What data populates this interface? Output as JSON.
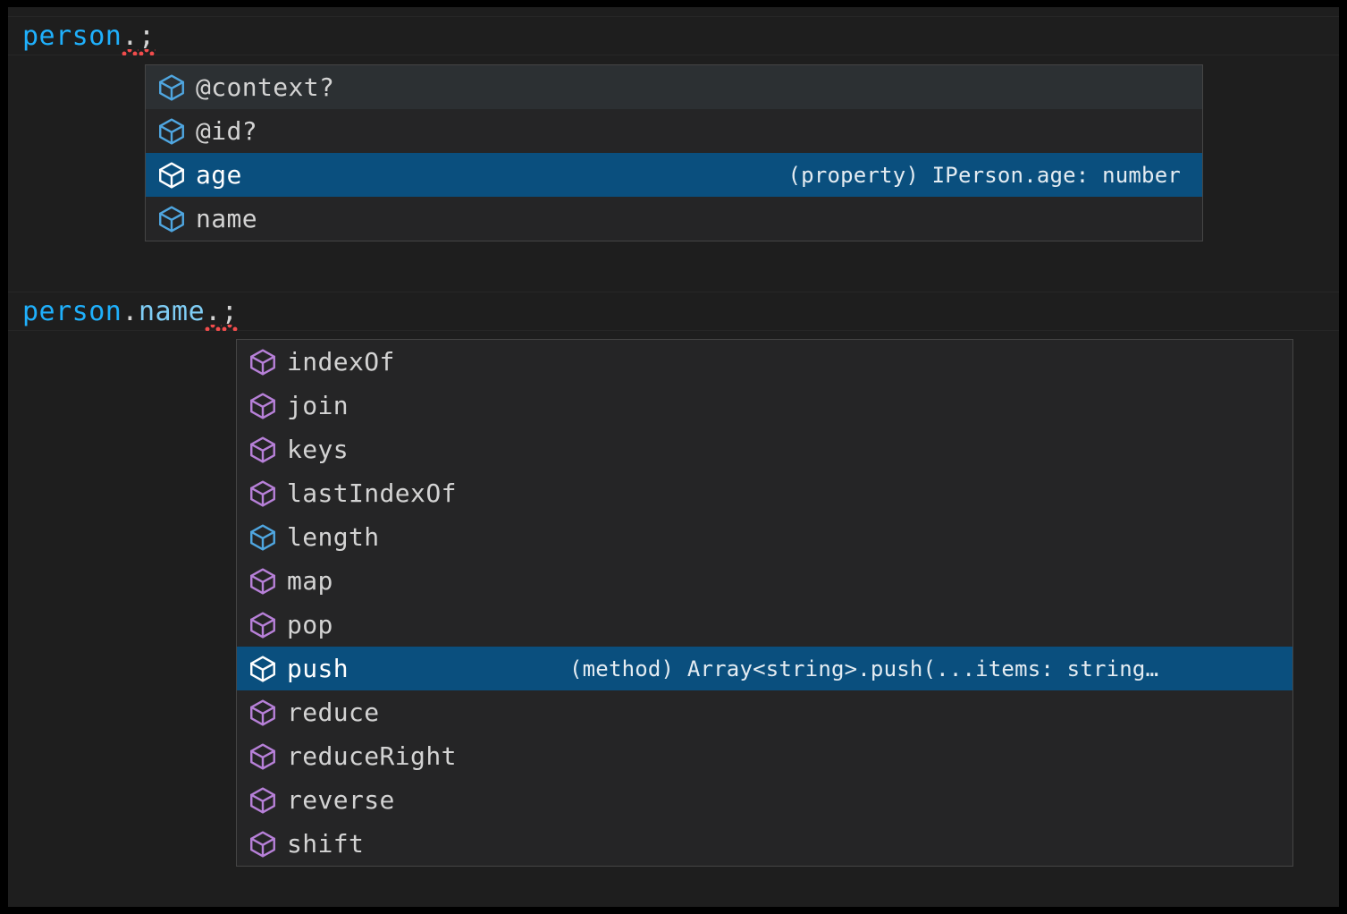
{
  "editor": {
    "theme_background": "#1e1e1e",
    "selected_row_color": "#0a4f7e",
    "property_icon_color": "#4fa6e0",
    "method_icon_color": "#b780d8",
    "error_squiggle_color": "#f14c4c"
  },
  "code_lines": [
    {
      "tokens": [
        {
          "text": "person",
          "kind": "identifier"
        },
        {
          "text": ".",
          "kind": "punctuation",
          "error": true
        },
        {
          "text": ";",
          "kind": "punctuation",
          "error": true
        }
      ]
    },
    {
      "tokens": [
        {
          "text": "person",
          "kind": "identifier"
        },
        {
          "text": ".",
          "kind": "punctuation"
        },
        {
          "text": "name",
          "kind": "property"
        },
        {
          "text": ".",
          "kind": "punctuation",
          "error": true
        },
        {
          "text": ";",
          "kind": "punctuation",
          "error": true
        }
      ]
    }
  ],
  "suggest_widgets": [
    {
      "id": "person-members",
      "items": [
        {
          "label": "@context?",
          "icon": "property-cube-icon",
          "icon_kind": "property",
          "detail": "",
          "state": "hovered"
        },
        {
          "label": "@id?",
          "icon": "property-cube-icon",
          "icon_kind": "property",
          "detail": "",
          "state": "normal"
        },
        {
          "label": "age",
          "icon": "property-cube-icon",
          "icon_kind": "property",
          "detail": "(property) IPerson.age: number",
          "state": "selected"
        },
        {
          "label": "name",
          "icon": "property-cube-icon",
          "icon_kind": "property",
          "detail": "",
          "state": "normal"
        }
      ]
    },
    {
      "id": "name-array-members",
      "items": [
        {
          "label": "indexOf",
          "icon": "method-cube-icon",
          "icon_kind": "method",
          "detail": "",
          "state": "normal"
        },
        {
          "label": "join",
          "icon": "method-cube-icon",
          "icon_kind": "method",
          "detail": "",
          "state": "normal"
        },
        {
          "label": "keys",
          "icon": "method-cube-icon",
          "icon_kind": "method",
          "detail": "",
          "state": "normal"
        },
        {
          "label": "lastIndexOf",
          "icon": "method-cube-icon",
          "icon_kind": "method",
          "detail": "",
          "state": "normal"
        },
        {
          "label": "length",
          "icon": "property-cube-icon",
          "icon_kind": "property",
          "detail": "",
          "state": "normal"
        },
        {
          "label": "map",
          "icon": "method-cube-icon",
          "icon_kind": "method",
          "detail": "",
          "state": "normal"
        },
        {
          "label": "pop",
          "icon": "method-cube-icon",
          "icon_kind": "method",
          "detail": "",
          "state": "normal"
        },
        {
          "label": "push",
          "icon": "method-cube-icon",
          "icon_kind": "method",
          "detail": "(method) Array<string>.push(...items: string…",
          "state": "selected"
        },
        {
          "label": "reduce",
          "icon": "method-cube-icon",
          "icon_kind": "method",
          "detail": "",
          "state": "normal"
        },
        {
          "label": "reduceRight",
          "icon": "method-cube-icon",
          "icon_kind": "method",
          "detail": "",
          "state": "normal"
        },
        {
          "label": "reverse",
          "icon": "method-cube-icon",
          "icon_kind": "method",
          "detail": "",
          "state": "normal"
        },
        {
          "label": "shift",
          "icon": "method-cube-icon",
          "icon_kind": "method",
          "detail": "",
          "state": "normal"
        }
      ]
    }
  ]
}
